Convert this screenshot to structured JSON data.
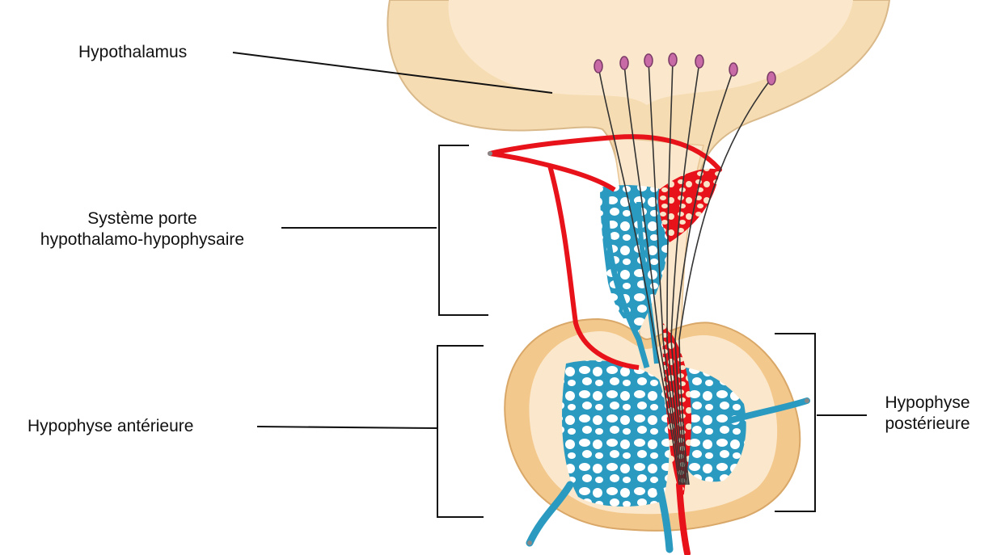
{
  "labels": {
    "hypothalamus": "Hypothalamus",
    "portal_system_line1": "Système porte",
    "portal_system_line2": "hypothalamo-hypophysaire",
    "anterior_pituitary": "Hypophyse antérieure",
    "posterior_pituitary_line1": "Hypophyse",
    "posterior_pituitary_line2": "postérieure"
  },
  "colors": {
    "tissue_outer": "#f6dcb3",
    "tissue_inner": "#fbe8cc",
    "tissue_edge": "#d9b98a",
    "pituitary_rim": "#f3c88d",
    "artery": "#e8121a",
    "vein": "#2a9ac0",
    "axon": "#333333",
    "neuron_body": "#c76aa6",
    "line": "#111111"
  }
}
